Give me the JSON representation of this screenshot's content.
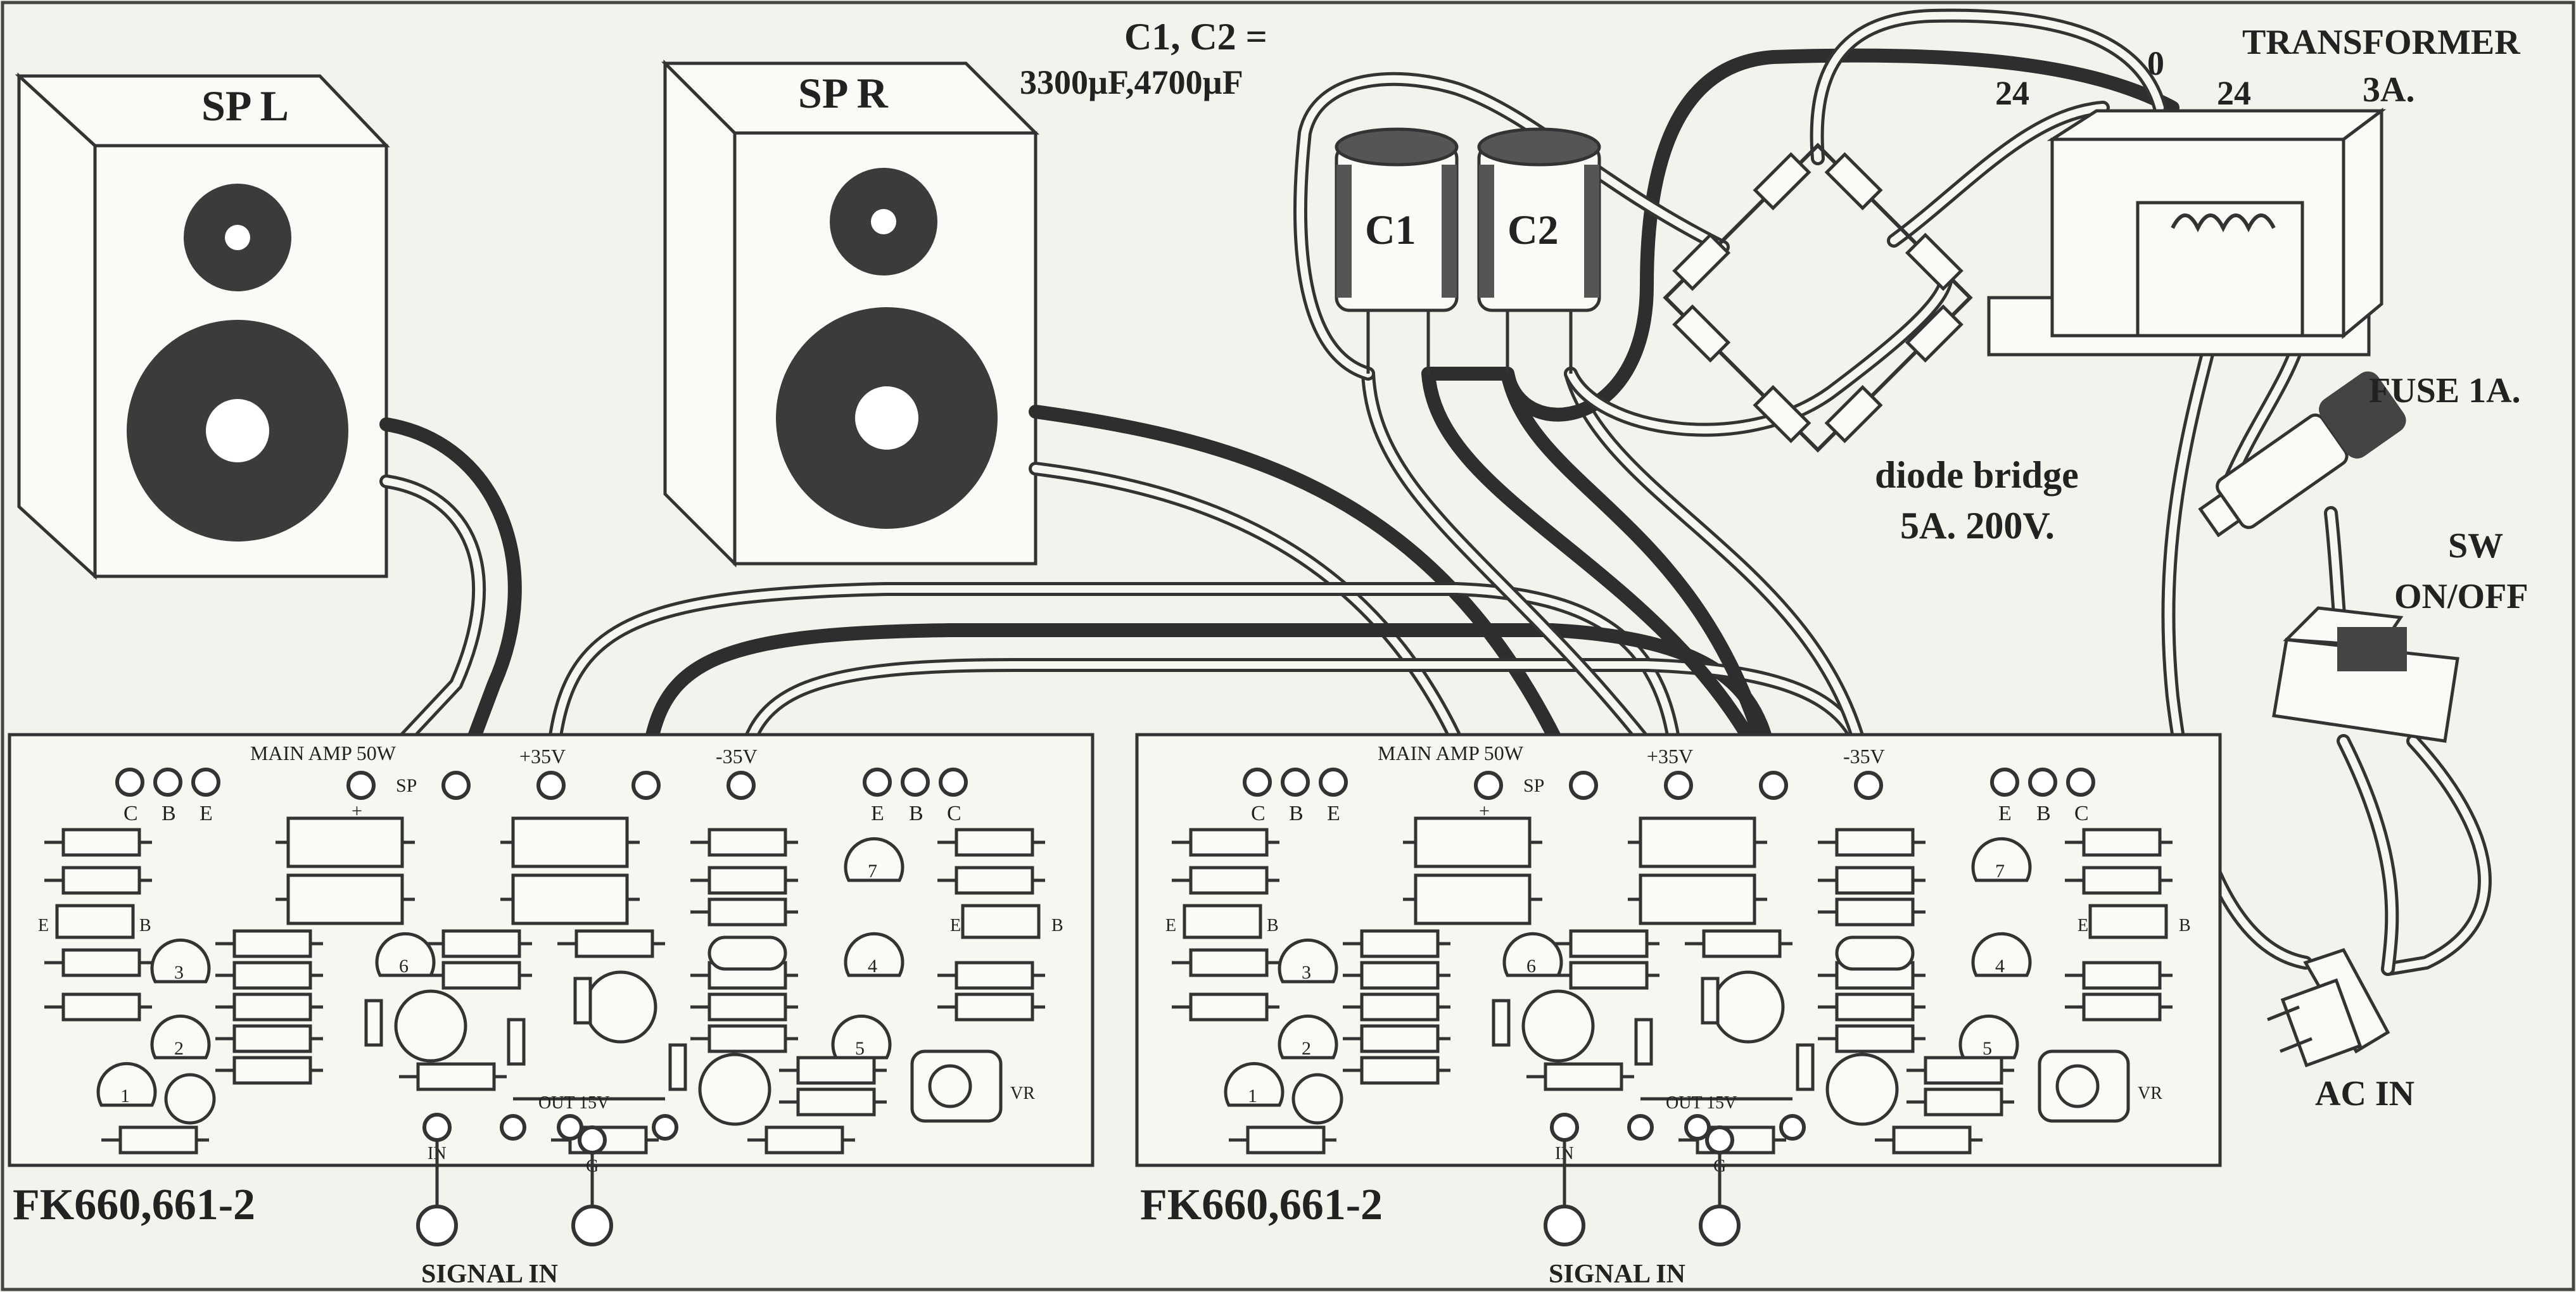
{
  "speakers": {
    "left": "SP L",
    "right": "SP R"
  },
  "capacitors": {
    "spec_line1": "C1, C2 =",
    "spec_line2": "3300µF,4700µF",
    "c1": "C1",
    "c2": "C2"
  },
  "transformer": {
    "title": "TRANSFORMER",
    "rating": "3A.",
    "tap_left": "24",
    "tap_center": "0",
    "tap_right": "24"
  },
  "diode_bridge": {
    "line1": "diode bridge",
    "line2": "5A. 200V."
  },
  "fuse": "FUSE 1A.",
  "switch": {
    "line1": "SW",
    "line2": "ON/OFF"
  },
  "ac_in": "AC IN",
  "boards": [
    {
      "header": "MAIN AMP 50W",
      "plus_supply": "+35V",
      "minus_supply": "-35V",
      "sp_label": "SP",
      "plus_sign": "+",
      "transistor_left": [
        "C",
        "B",
        "E"
      ],
      "transistor_right": [
        "E",
        "B",
        "C"
      ],
      "out_label": "OUT 15V",
      "in_label": "IN",
      "g_label": "G",
      "vr_label": "VR",
      "model": "FK660,661-2",
      "signal_in": "SIGNAL IN"
    },
    {
      "header": "MAIN AMP 50W",
      "plus_supply": "+35V",
      "minus_supply": "-35V",
      "sp_label": "SP",
      "plus_sign": "+",
      "transistor_left": [
        "C",
        "B",
        "E"
      ],
      "transistor_right": [
        "E",
        "B",
        "C"
      ],
      "out_label": "OUT 15V",
      "in_label": "IN",
      "g_label": "G",
      "vr_label": "VR",
      "model": "FK660,661-2",
      "signal_in": "SIGNAL IN"
    }
  ],
  "component_numbers": [
    "1",
    "2",
    "3",
    "4",
    "5",
    "6",
    "7"
  ],
  "transistor_side_labels": [
    "E",
    "B"
  ]
}
